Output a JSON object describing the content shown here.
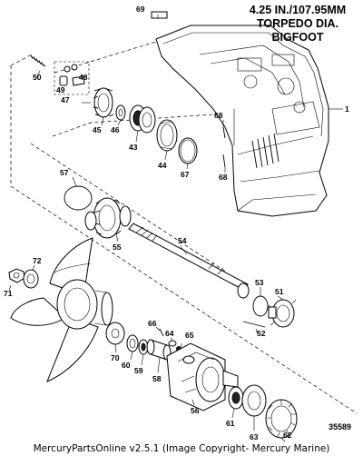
{
  "title": {
    "line1": "4.25 IN./107.95MM",
    "line2": "TORPEDO DIA.",
    "line3": "BIGFOOT"
  },
  "callouts": [
    "69",
    "1",
    "50",
    "48",
    "49",
    "47",
    "45",
    "46",
    "43",
    "44",
    "67",
    "68",
    "68",
    "57",
    "55",
    "54",
    "72",
    "71",
    "53",
    "51",
    "52",
    "66",
    "64",
    "65",
    "70",
    "60",
    "59",
    "58",
    "56",
    "61",
    "63",
    "62"
  ],
  "figure_number": "35589",
  "footer": "MercuryPartsOnline v2.5.1 (Image Copyright- Mercury Marine)"
}
